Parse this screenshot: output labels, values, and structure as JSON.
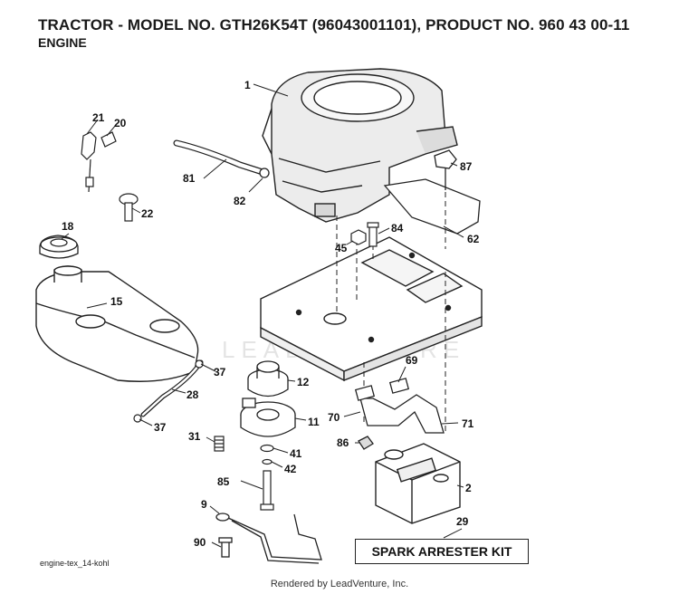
{
  "header": {
    "title": "TRACTOR - MODEL NO. GTH26K54T (96043001101), PRODUCT NO. 960 43 00-11",
    "subtitle": "ENGINE"
  },
  "watermark": "LEADVENTURE",
  "parts": {
    "p1": "1",
    "p2": "2",
    "p9": "9",
    "p11": "11",
    "p12": "12",
    "p15": "15",
    "p18": "18",
    "p20": "20",
    "p21": "21",
    "p22": "22",
    "p28": "28",
    "p29": "29",
    "p31": "31",
    "p37a": "37",
    "p37b": "37",
    "p41": "41",
    "p42": "42",
    "p45": "45",
    "p62": "62",
    "p69": "69",
    "p70": "70",
    "p71": "71",
    "p81": "81",
    "p82": "82",
    "p84": "84",
    "p85": "85",
    "p86": "86",
    "p87": "87",
    "p90": "90"
  },
  "kit_label": "SPARK ARRESTER KIT",
  "diagram_code": "engine-tex_14-kohl",
  "footer": "Rendered by LeadVenture, Inc.",
  "colors": {
    "line": "#222222",
    "engine_fill": "#e6e6e6",
    "label": "#111111"
  }
}
